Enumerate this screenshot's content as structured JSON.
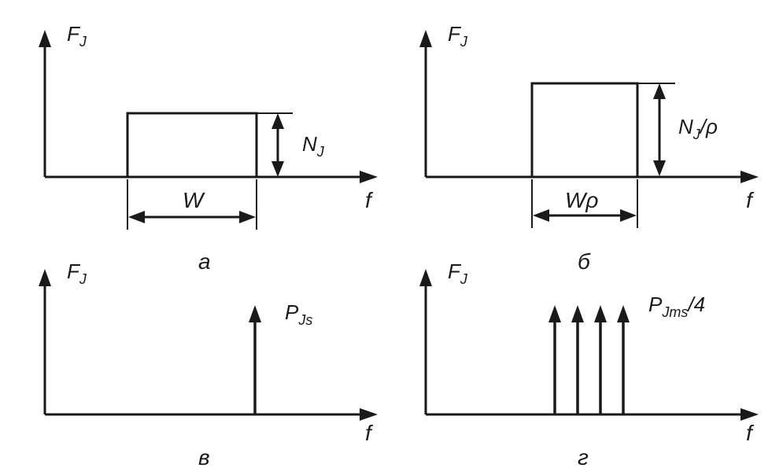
{
  "panels": {
    "a": {
      "y_axis_label": "F",
      "y_axis_sub": "J",
      "x_axis_label": "f",
      "height_label": "N",
      "height_label_sub": "J",
      "width_label": "W",
      "caption": "а"
    },
    "b": {
      "y_axis_label": "F",
      "y_axis_sub": "J",
      "x_axis_label": "f",
      "height_label": "N",
      "height_label_sub": "J",
      "height_label_tail": "/ρ",
      "width_label": "Wρ",
      "caption": "б"
    },
    "c": {
      "y_axis_label": "F",
      "y_axis_sub": "J",
      "x_axis_label": "f",
      "impulse_label": "P",
      "impulse_label_sub": "Js",
      "caption": "в"
    },
    "d": {
      "y_axis_label": "F",
      "y_axis_sub": "J",
      "x_axis_label": "f",
      "impulse_label": "P",
      "impulse_label_sub": "Jms",
      "impulse_label_tail": "/4",
      "impulse_count": 4,
      "caption": "г"
    }
  },
  "colors": {
    "ink": "#1a1a1a",
    "background": "#ffffff"
  }
}
